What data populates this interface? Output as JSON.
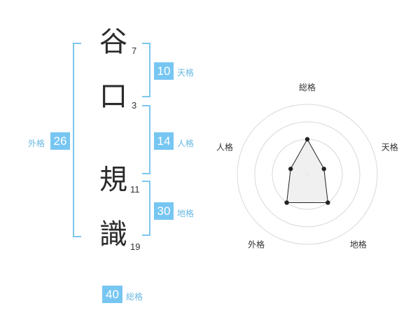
{
  "name_chars": [
    {
      "char": "谷",
      "strokes": "7"
    },
    {
      "char": "口",
      "strokes": "3"
    },
    {
      "char": "規",
      "strokes": "11"
    },
    {
      "char": "識",
      "strokes": "19"
    }
  ],
  "scores": {
    "tenkaku": {
      "value": "10",
      "label": "天格"
    },
    "jinkaku": {
      "value": "14",
      "label": "人格"
    },
    "chikaku": {
      "value": "30",
      "label": "地格"
    },
    "gaikaku": {
      "value": "26",
      "label": "外格"
    },
    "soukaku": {
      "value": "40",
      "label": "総格"
    }
  },
  "colors": {
    "accent": "#77c6f2",
    "bracket": "#7cc7ef",
    "label": "#69b8e3",
    "radar_grid": "#d9d9d9",
    "radar_fill": "#eeeeee"
  },
  "chart_data": {
    "type": "radar",
    "axes": [
      "総格",
      "天格",
      "地格",
      "外格",
      "人格"
    ],
    "rings": 4,
    "range": [
      0,
      4
    ],
    "series": [
      {
        "values": [
          2,
          1,
          2,
          2,
          1
        ]
      }
    ]
  }
}
